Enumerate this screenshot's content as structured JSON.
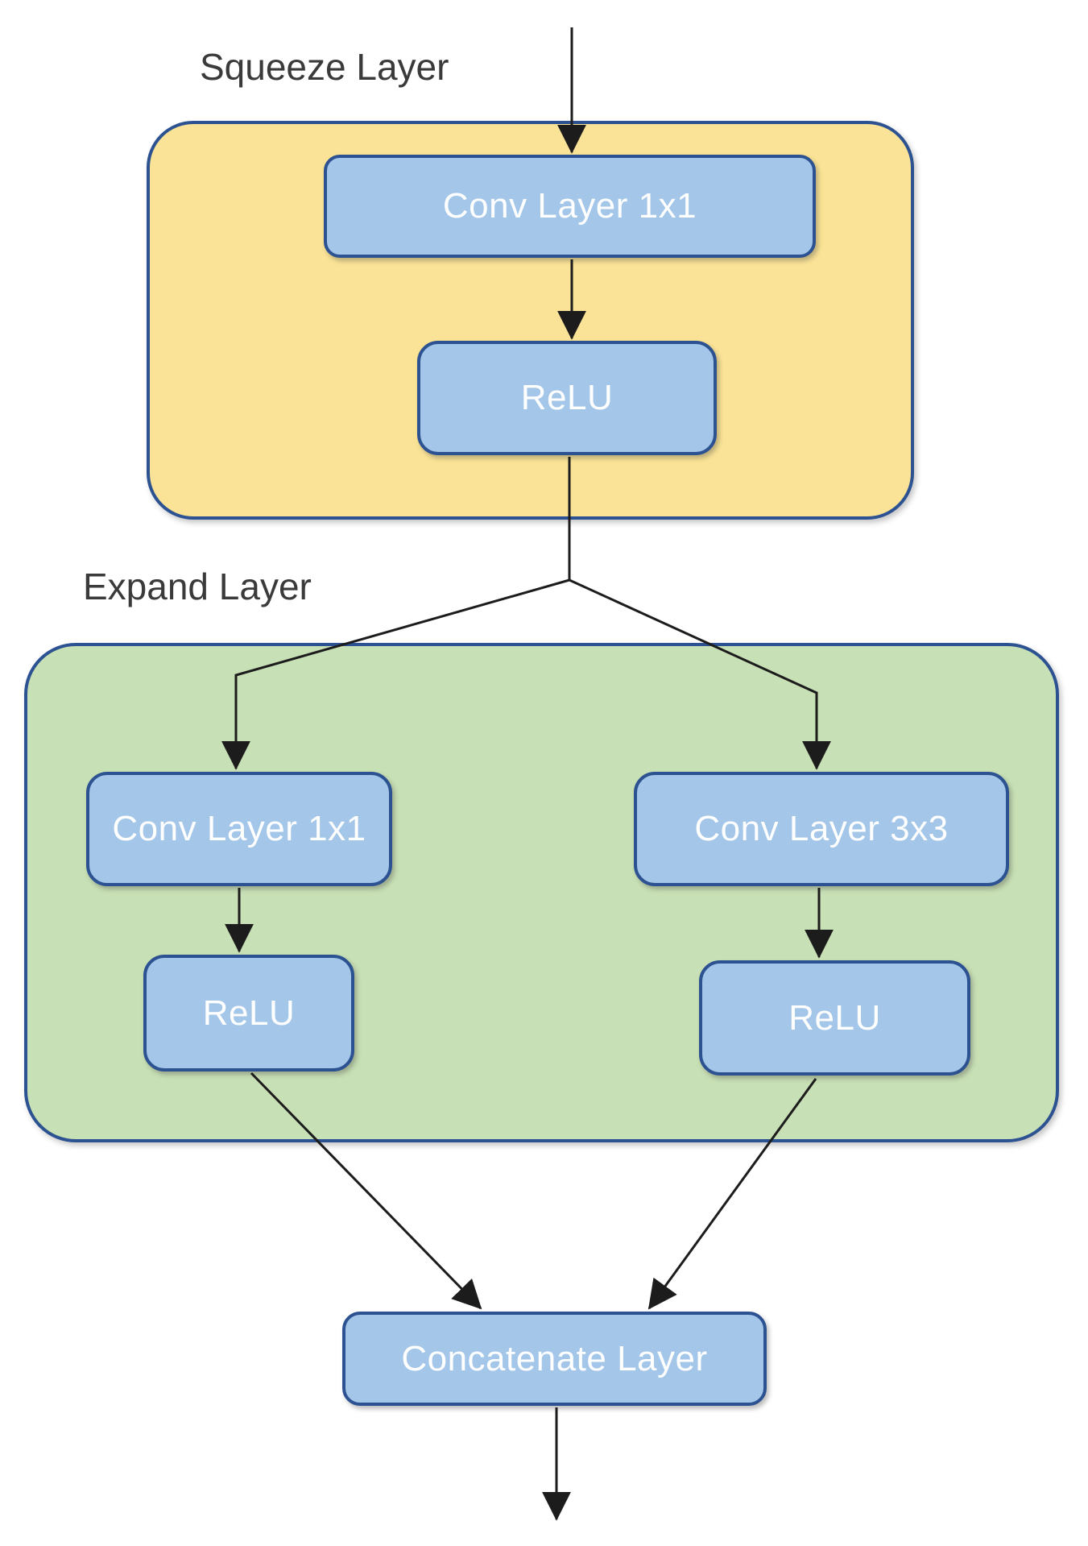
{
  "labels": {
    "squeeze": "Squeeze Layer",
    "expand": "Expand Layer"
  },
  "nodes": {
    "squeeze_conv": "Conv Layer 1x1",
    "squeeze_relu": "ReLU",
    "expand_conv_1x1": "Conv Layer 1x1",
    "expand_conv_3x3": "Conv Layer 3x3",
    "expand_relu_left": "ReLU",
    "expand_relu_right": "ReLU",
    "concatenate": "Concatenate Layer"
  },
  "edges": [
    {
      "from": "input",
      "to": "squeeze_conv"
    },
    {
      "from": "squeeze_conv",
      "to": "squeeze_relu"
    },
    {
      "from": "squeeze_relu",
      "to": "expand_conv_1x1"
    },
    {
      "from": "squeeze_relu",
      "to": "expand_conv_3x3"
    },
    {
      "from": "expand_conv_1x1",
      "to": "expand_relu_left"
    },
    {
      "from": "expand_conv_3x3",
      "to": "expand_relu_right"
    },
    {
      "from": "expand_relu_left",
      "to": "concatenate"
    },
    {
      "from": "expand_relu_right",
      "to": "concatenate"
    },
    {
      "from": "concatenate",
      "to": "output"
    }
  ],
  "colors": {
    "squeeze_fill": "#FAE396",
    "expand_fill": "#C8E0B5",
    "node_fill": "#A3C6E9",
    "stroke": "#2C5292",
    "arrow": "#1C1C1C",
    "label_text": "#3A3A3A",
    "node_text": "#FFFFFF",
    "background": "#FFFFFF"
  }
}
